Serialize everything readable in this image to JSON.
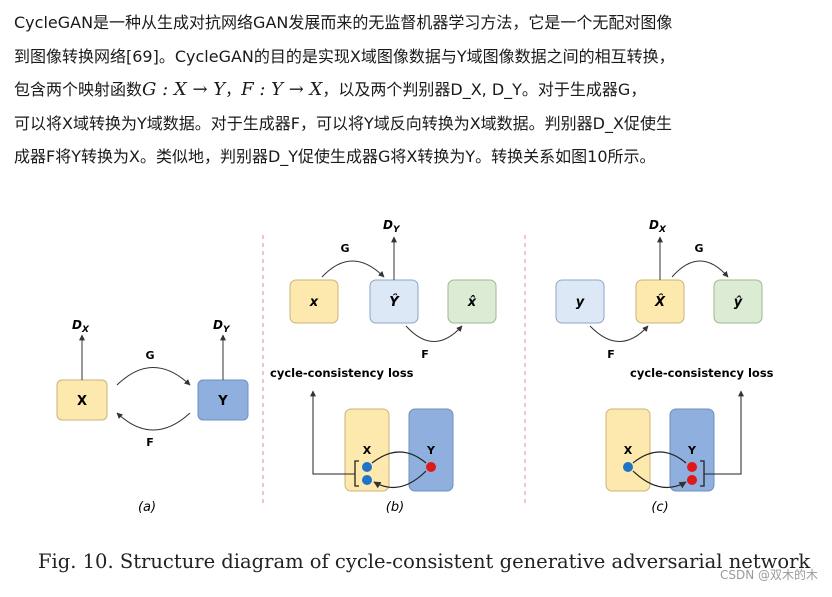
{
  "paragraph": {
    "line1": "CycleGAN是一种从生成对抗网络GAN发展而来的无监督机器学习方法，它是一个无配对图像",
    "line2": "到图像转换网络[69]。CycleGAN的目的是实现X域图像数据与Y域图像数据之间的相互转换，",
    "line3_pre": "包含两个映射函数",
    "line3_math1": "G : X → Y",
    "line3_sep": "，",
    "line3_math2": "F : Y → X",
    "line3_post": "，以及两个判别器D_X, D_Y。对于生成器G，",
    "line4": "可以将X域转换为Y域数据。对于生成器F，可以将Y域反向转换为X域数据。判别器D_X促使生",
    "line5": "成器F将Y转换为X。类似地，判别器D_Y促使生成器G将X转换为Y。转换关系如图10所示。"
  },
  "figure": {
    "panel_a": {
      "dx": "D",
      "dx_sub": "X",
      "dy": "D",
      "dy_sub": "Y",
      "node_x": "X",
      "node_y": "Y",
      "g": "G",
      "f": "F",
      "label": "(a)"
    },
    "panel_b": {
      "dy": "D",
      "dy_sub": "Y",
      "g": "G",
      "f": "F",
      "node_x": "x",
      "node_yhat": "Ŷ",
      "node_xhat": "x̂",
      "loss": "cycle-consistency loss",
      "x": "X",
      "y": "Y",
      "label": "(b)"
    },
    "panel_c": {
      "dx": "D",
      "dx_sub": "X",
      "g": "G",
      "f": "F",
      "node_y": "y",
      "node_xhat": "X̂",
      "node_yhat": "ŷ",
      "loss": "cycle-consistency loss",
      "x": "X",
      "y": "Y",
      "label": "(c)"
    }
  },
  "caption": "Fig. 10.  Structure diagram of cycle-consistent generative adversarial network",
  "watermark": "CSDN @双木的木",
  "colors": {
    "yellow": "#fde9ad",
    "blue": "#8fb0de",
    "light_blue": "#dce8f5",
    "green": "#dcecd4",
    "red_dot": "#e01818",
    "blue_dot": "#1e74c9",
    "divider": "#e88a8a"
  }
}
